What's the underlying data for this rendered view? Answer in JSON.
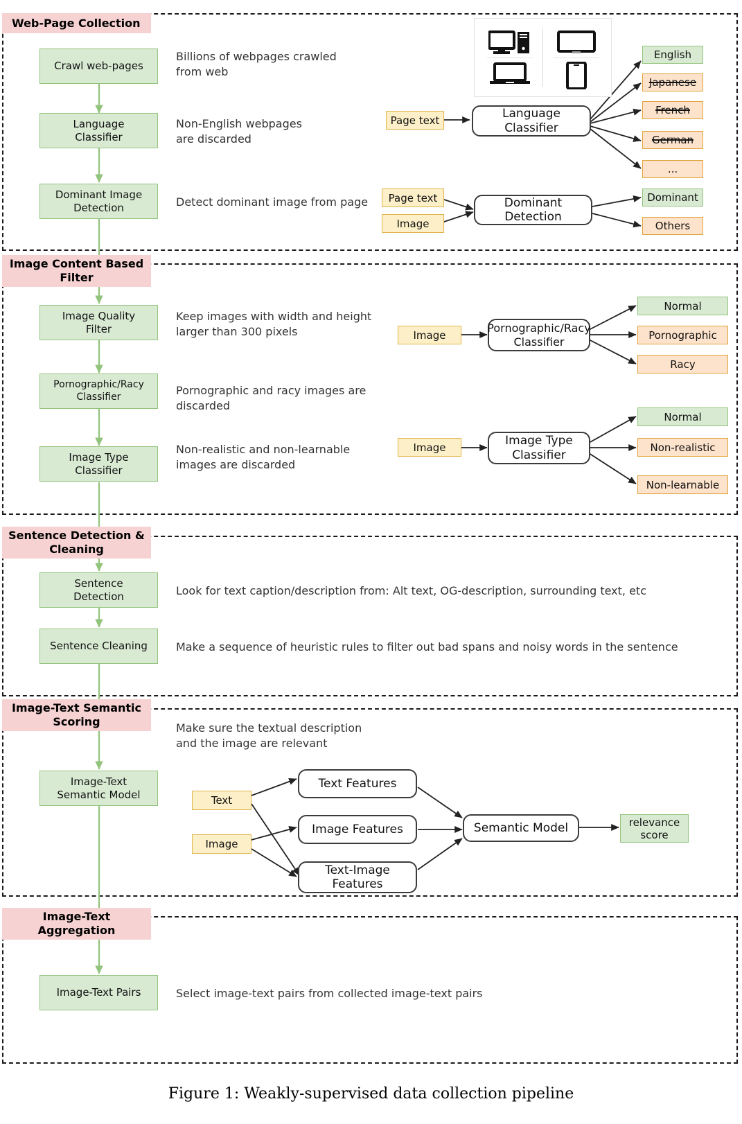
{
  "figure": {
    "caption": "Figure 1: Weakly-supervised data collection pipeline"
  },
  "colors": {
    "section_title_bg": "#f6d2d2",
    "stage_bg": "#d9ead3",
    "stage_border": "#93c47d",
    "chip_bg": "#fdf0c8",
    "chip_border": "#e0b44a",
    "out_orange_bg": "#fde3cb",
    "out_orange_border": "#e0a33a",
    "arrow_green": "#93c47d",
    "arrow_black": "#222222"
  },
  "sections": [
    {
      "title": "Web-Page Collection",
      "stages": [
        {
          "label": "Crawl web-pages",
          "desc": "Billions of webpages crawled\nfrom web"
        },
        {
          "label": "Language\nClassifier",
          "desc": "Non-English webpages\nare discarded"
        },
        {
          "label": "Dominant Image\nDetection",
          "desc": "Detect dominant image from page"
        }
      ],
      "device_panel": {
        "icons": [
          "desktop-icon",
          "tablet-icon",
          "laptop-icon",
          "phone-icon"
        ]
      },
      "flows": [
        {
          "inputs": [
            "Page text"
          ],
          "model": "Language\nClassifier",
          "outputs": [
            {
              "label": "English",
              "style": "green",
              "struck": false
            },
            {
              "label": "Japanese",
              "style": "orange",
              "struck": true
            },
            {
              "label": "French",
              "style": "orange",
              "struck": true
            },
            {
              "label": "German",
              "style": "orange",
              "struck": true
            },
            {
              "label": "...",
              "style": "orange",
              "struck": false
            }
          ]
        },
        {
          "inputs": [
            "Page text",
            "Image"
          ],
          "model": "Dominant\nDetection",
          "outputs": [
            {
              "label": "Dominant",
              "style": "green",
              "struck": false
            },
            {
              "label": "Others",
              "style": "orange",
              "struck": false
            }
          ]
        }
      ]
    },
    {
      "title": "Image Content Based\nFilter",
      "stages": [
        {
          "label": "Image Quality\nFilter",
          "desc": "Keep images with width and height\nlarger than 300 pixels"
        },
        {
          "label": "Pornographic/Racy\nClassifier",
          "desc": "Pornographic and racy images are discarded"
        },
        {
          "label": "Image Type\nClassifier",
          "desc": "Non-realistic and non-learnable\nimages are discarded"
        }
      ],
      "flows": [
        {
          "inputs": [
            "Image"
          ],
          "model": "Pornographic/Racy\nClassifier",
          "outputs": [
            {
              "label": "Normal",
              "style": "green",
              "struck": false
            },
            {
              "label": "Pornographic",
              "style": "orange",
              "struck": false
            },
            {
              "label": "Racy",
              "style": "orange",
              "struck": false
            }
          ]
        },
        {
          "inputs": [
            "Image"
          ],
          "model": "Image Type\nClassifier",
          "outputs": [
            {
              "label": "Normal",
              "style": "green",
              "struck": false
            },
            {
              "label": "Non-realistic",
              "style": "orange",
              "struck": false
            },
            {
              "label": "Non-learnable",
              "style": "orange",
              "struck": false
            }
          ]
        }
      ]
    },
    {
      "title": "Sentence Detection &\nCleaning",
      "stages": [
        {
          "label": "Sentence\nDetection",
          "desc": "Look for text caption/description from: Alt text, OG-description, surrounding text, etc"
        },
        {
          "label": "Sentence Cleaning",
          "desc": "Make a sequence of heuristic rules to filter out bad spans and noisy words in the sentence"
        }
      ],
      "flows": []
    },
    {
      "title": "Image-Text Semantic\nScoring",
      "note": "Make sure the textual description\nand the image are relevant",
      "stages": [
        {
          "label": "Image-Text\nSemantic Model",
          "desc": ""
        }
      ],
      "semantic_diagram": {
        "inputs": [
          "Text",
          "Image"
        ],
        "features": [
          "Text Features",
          "Image Features",
          "Text-Image\nFeatures"
        ],
        "model": "Semantic  Model",
        "output": "relevance\nscore"
      },
      "flows": []
    },
    {
      "title": "Image-Text\nAggregation",
      "stages": [
        {
          "label": "Image-Text Pairs",
          "desc": "Select image-text pairs from collected image-text pairs"
        }
      ],
      "flows": []
    }
  ]
}
